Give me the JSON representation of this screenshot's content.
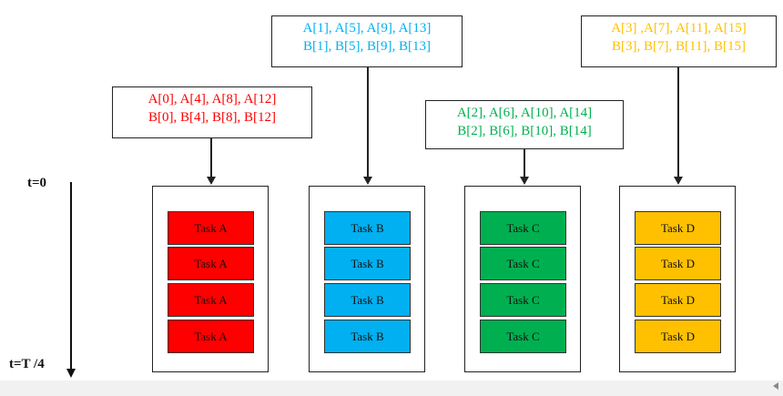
{
  "colors": {
    "task_a": "#ff0000",
    "task_b": "#00b0f0",
    "task_c": "#00b050",
    "task_d": "#ffc000"
  },
  "labels": {
    "a": {
      "line1": "A[0], A[4], A[8], A[12]",
      "line2": "B[0], B[4], B[8], B[12]",
      "color": "#ff0000"
    },
    "b": {
      "line1": "A[1], A[5], A[9], A[13]",
      "line2": "B[1], B[5], B[9], B[13]",
      "color": "#00b0f0"
    },
    "c": {
      "line1": "A[2], A[6], A[10], A[14]",
      "line2": "B[2], B[6], B[10], B[14]",
      "color": "#00b050"
    },
    "d": {
      "line1": "A[3] ,A[7], A[11], A[15]",
      "line2": "B[3], B[7], B[11], B[15]",
      "color": "#ffc000"
    }
  },
  "tasks": {
    "a": [
      "Task A",
      "Task A",
      "Task A",
      "Task A"
    ],
    "b": [
      "Task B",
      "Task B",
      "Task B",
      "Task B"
    ],
    "c": [
      "Task C",
      "Task C",
      "Task C",
      "Task C"
    ],
    "d": [
      "Task D",
      "Task D",
      "Task D",
      "Task D"
    ]
  },
  "time": {
    "start": "t=0",
    "end": "t=T /4"
  }
}
